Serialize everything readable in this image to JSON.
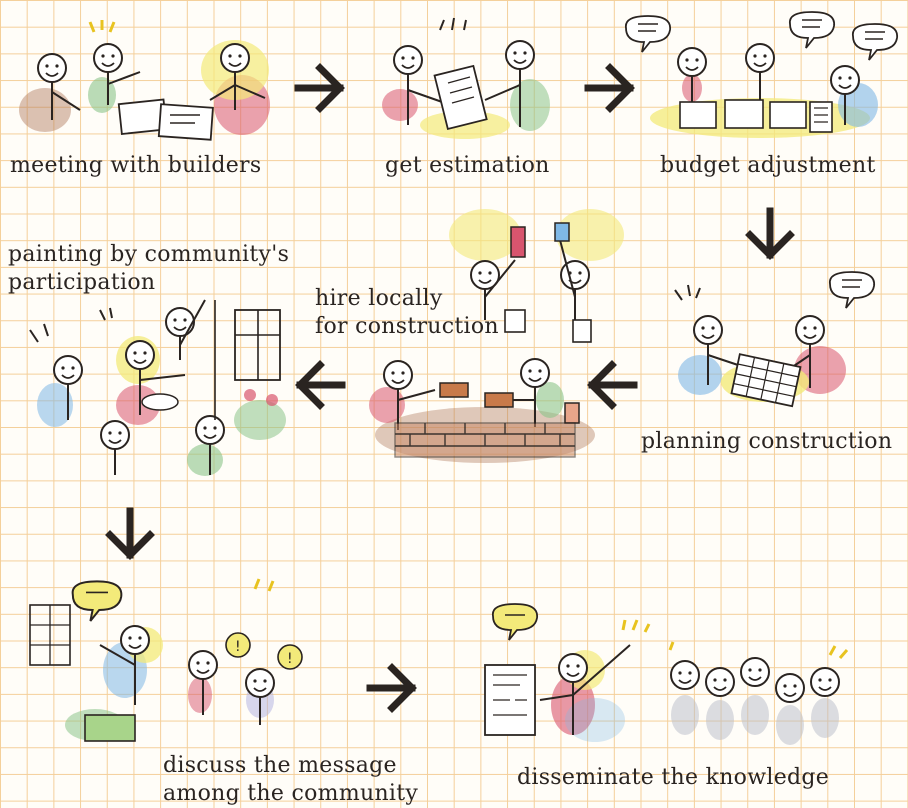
{
  "steps": [
    {
      "id": "meeting",
      "label_lines": [
        "meeting with builders"
      ]
    },
    {
      "id": "estimation",
      "label_lines": [
        "get estimation"
      ]
    },
    {
      "id": "budget",
      "label_lines": [
        "budget adjustment"
      ]
    },
    {
      "id": "planning",
      "label_lines": [
        "planning construction"
      ]
    },
    {
      "id": "hire",
      "label_lines": [
        "hire locally",
        "for construction"
      ]
    },
    {
      "id": "painting",
      "label_lines": [
        "painting by community's",
        "participation"
      ]
    },
    {
      "id": "discuss",
      "label_lines": [
        "discuss the message",
        "among the community"
      ]
    },
    {
      "id": "disseminate",
      "label_lines": [
        "disseminate the knowledge"
      ]
    }
  ],
  "flow_arrows": [
    {
      "from": "meeting",
      "to": "estimation",
      "direction": "right"
    },
    {
      "from": "estimation",
      "to": "budget",
      "direction": "right"
    },
    {
      "from": "budget",
      "to": "planning",
      "direction": "down"
    },
    {
      "from": "planning",
      "to": "hire",
      "direction": "left"
    },
    {
      "from": "hire",
      "to": "painting",
      "direction": "left"
    },
    {
      "from": "painting",
      "to": "discuss",
      "direction": "down"
    },
    {
      "from": "discuss",
      "to": "disseminate",
      "direction": "right"
    }
  ],
  "colors": {
    "grid_line": "#f4cf9a",
    "paper": "#fffdf8",
    "ink": "#2a2421",
    "yellow_wash": "#f3ea7a",
    "red_wash": "#d8556e",
    "green_wash": "#8cc48a",
    "blue_wash": "#7fb8e6",
    "brown_wash": "#b0775a"
  }
}
